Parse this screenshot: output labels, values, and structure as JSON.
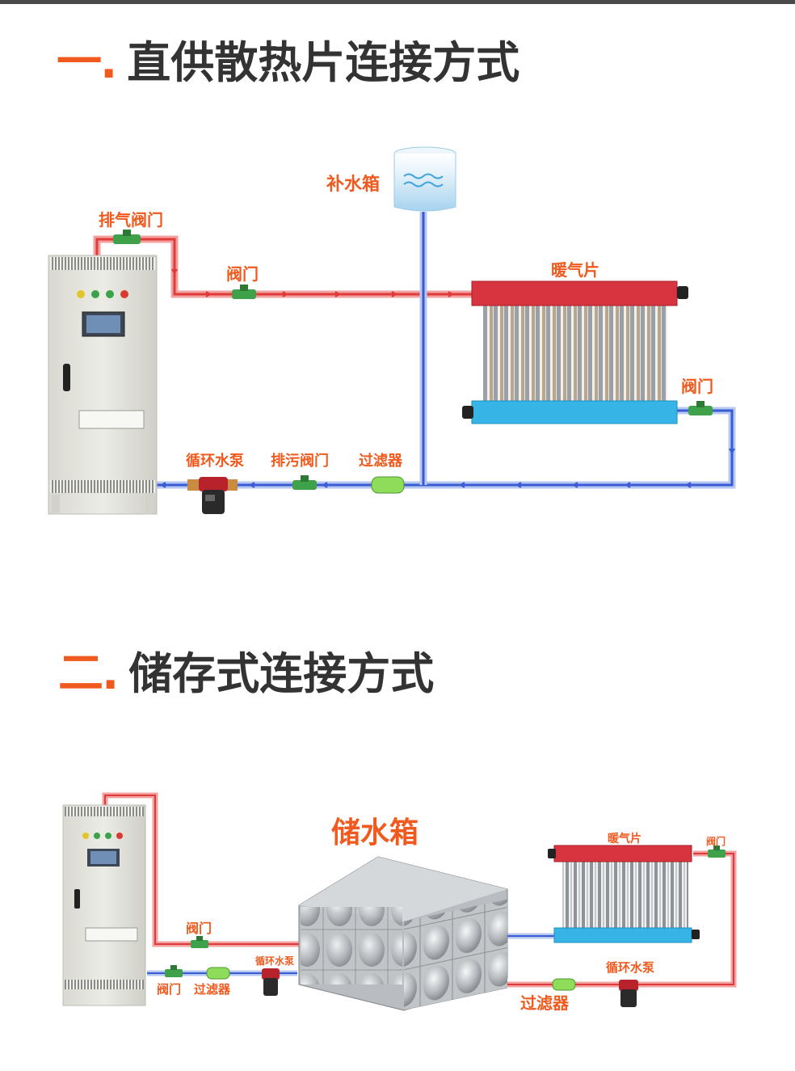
{
  "section1": {
    "number": "一.",
    "title": "直供散热片连接方式",
    "labels": {
      "exhaust_valve": "排气阀门",
      "valve_top": "阀门",
      "makeup_tank": "补水箱",
      "radiator": "暖气片",
      "valve_right": "阀门",
      "circ_pump": "循环水泵",
      "drain_valve": "排污阀门",
      "filter": "过滤器"
    }
  },
  "section2": {
    "number": "二.",
    "title": "储存式连接方式",
    "labels": {
      "storage_tank": "储水箱",
      "valve_mid": "阀门",
      "circ_pump_left": "循环水泵",
      "valve_low": "阀门",
      "filter_left": "过滤器",
      "radiator": "暖气片",
      "valve_right": "阀门",
      "circ_pump_right": "循环水泵",
      "filter_right": "过滤器"
    }
  },
  "colors": {
    "accent": "#f05a1e",
    "title_text": "#333333",
    "hot_pipe": "#e03b3b",
    "cold_pipe": "#3a5bd6",
    "valve": "#3fa14a",
    "radiator_top": "#d8343f",
    "radiator_bottom": "#36b4e6"
  }
}
